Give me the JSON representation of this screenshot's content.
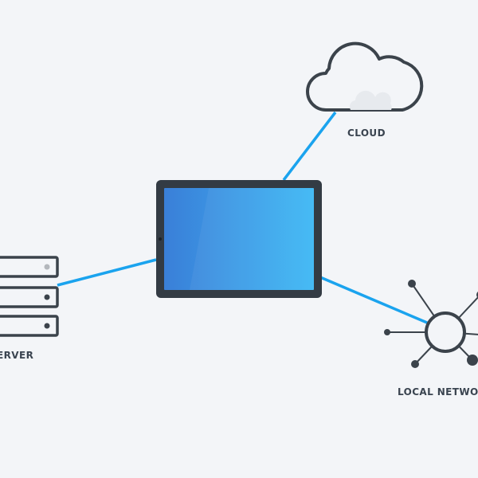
{
  "nodes": {
    "cloud": {
      "label": "CLOUD"
    },
    "server": {
      "label": "SERVER"
    },
    "network": {
      "label": "LOCAL NETWORK"
    },
    "device": {
      "type": "tablet"
    }
  },
  "colors": {
    "background": "#f3f5f8",
    "link": "#1aa3ee",
    "outline": "#3b434b",
    "screen_start": "#3a7fd8",
    "screen_end": "#3db8f5"
  },
  "icons": {
    "cloud": "cloud-icon",
    "server": "server-rack-icon",
    "network": "network-hub-icon",
    "device": "tablet-icon"
  }
}
